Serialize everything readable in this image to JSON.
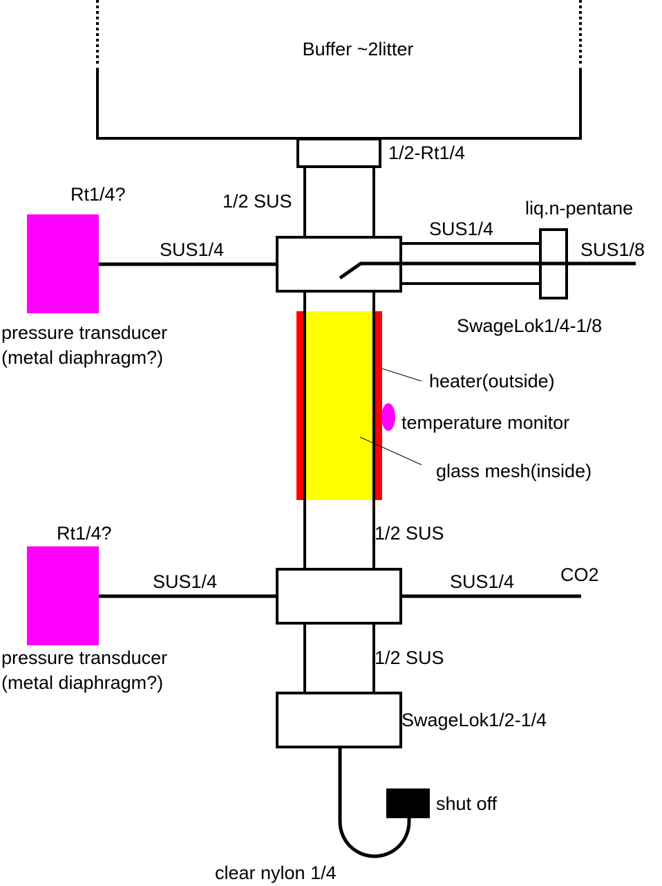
{
  "diagram": {
    "title": "Buffer ~2litter",
    "colors": {
      "line": "#000000",
      "transducer": "#ff00ff",
      "heater": "#ff0000",
      "glass_mesh": "#ffff00",
      "temperature_monitor": "#ff00ff",
      "shut_off": "#000000"
    },
    "labels": {
      "buffer": "Buffer ~2litter",
      "buffer_fitting": "1/2-Rt1/4",
      "upper_tube": "1/2 SUS",
      "upper_transducer_thread": "Rt1/4?",
      "upper_transducer_line": "SUS1/4",
      "upper_transducer_name": "pressure transducer",
      "upper_transducer_note": "(metal diaphragm?)",
      "pentane_source": "liq.n-pentane",
      "pentane_outer_line": "SUS1/4",
      "pentane_inner_line": "SUS1/8",
      "pentane_swagelok": "SwageLok1/4-1/8",
      "heater": "heater(outside)",
      "temperature_monitor": "temperature monitor",
      "glass_mesh": "glass mesh(inside)",
      "middle_tube": "1/2 SUS",
      "lower_transducer_thread": "Rt1/4?",
      "lower_transducer_line": "SUS1/4",
      "lower_transducer_name": "pressure transducer",
      "lower_transducer_note": "(metal diaphragm?)",
      "co2_line": "SUS1/4",
      "co2_source": "CO2",
      "lower_tube": "1/2 SUS",
      "bottom_swagelok": "SwageLok1/2-1/4",
      "shut_off": "shut off",
      "nylon_tube": "clear nylon 1/4"
    }
  }
}
